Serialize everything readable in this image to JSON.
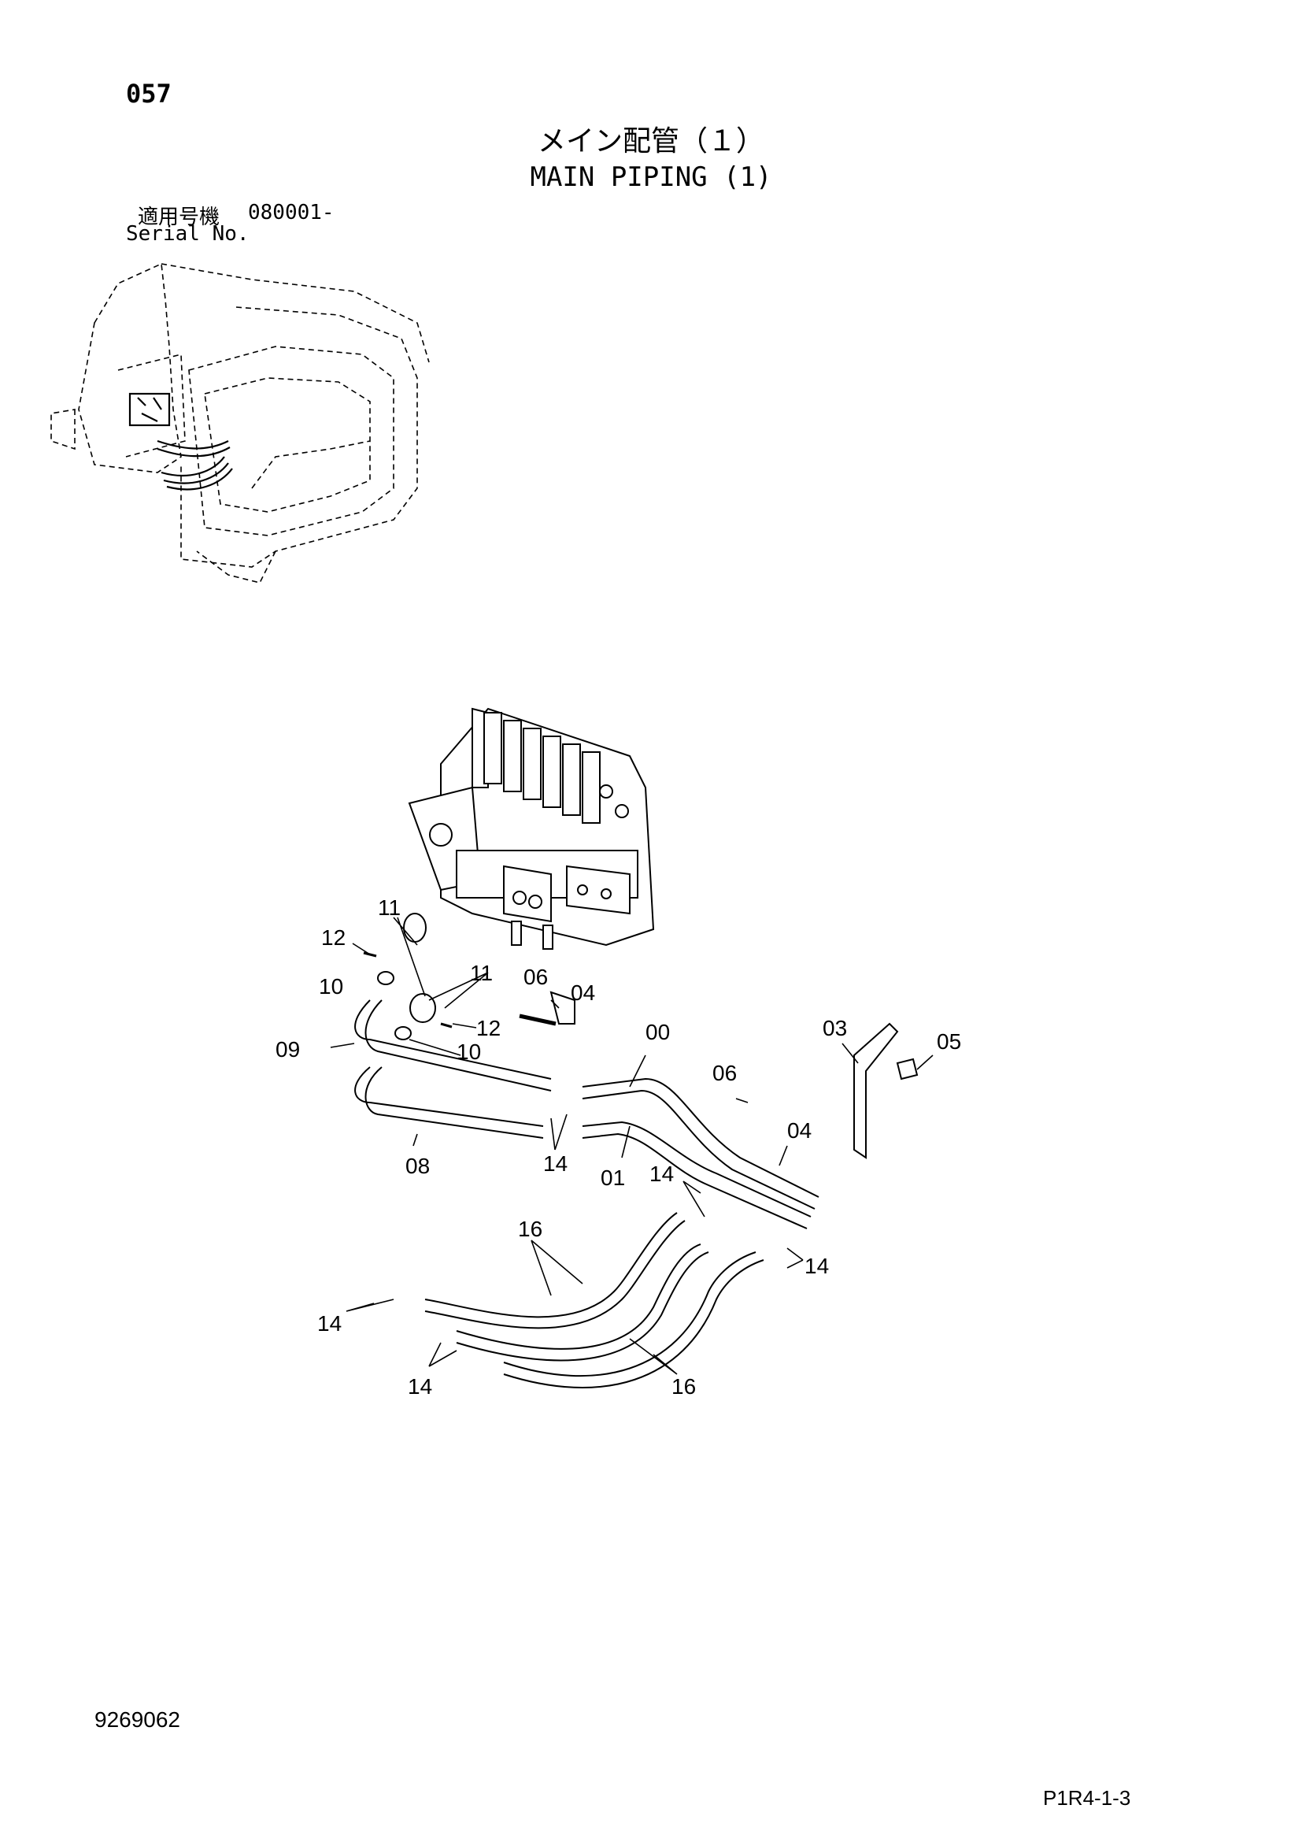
{
  "header": {
    "page_number": "057",
    "title_jp": "メイン配管（１）",
    "title_en": "MAIN PIPING (1)",
    "serial_label_jp": "適用号機",
    "serial_value": "080001-",
    "serial_label_en": "Serial No."
  },
  "callouts": [
    {
      "id": "c11a",
      "text": "11"
    },
    {
      "id": "c12a",
      "text": "12"
    },
    {
      "id": "c10a",
      "text": "10"
    },
    {
      "id": "c11b",
      "text": "11"
    },
    {
      "id": "c06a",
      "text": "06"
    },
    {
      "id": "c04a",
      "text": "04"
    },
    {
      "id": "c12b",
      "text": "12"
    },
    {
      "id": "c09",
      "text": "09"
    },
    {
      "id": "c10b",
      "text": "10"
    },
    {
      "id": "c00",
      "text": "00"
    },
    {
      "id": "c03",
      "text": "03"
    },
    {
      "id": "c05",
      "text": "05"
    },
    {
      "id": "c06b",
      "text": "06"
    },
    {
      "id": "c04b",
      "text": "04"
    },
    {
      "id": "c08",
      "text": "08"
    },
    {
      "id": "c14a",
      "text": "14"
    },
    {
      "id": "c01",
      "text": "01"
    },
    {
      "id": "c14b",
      "text": "14"
    },
    {
      "id": "c16a",
      "text": "16"
    },
    {
      "id": "c14c",
      "text": "14"
    },
    {
      "id": "c14d",
      "text": "14"
    },
    {
      "id": "c14e",
      "text": "14"
    },
    {
      "id": "c16b",
      "text": "16"
    }
  ],
  "footer": {
    "document_number": "9269062",
    "page_code": "P1R4-1-3"
  }
}
